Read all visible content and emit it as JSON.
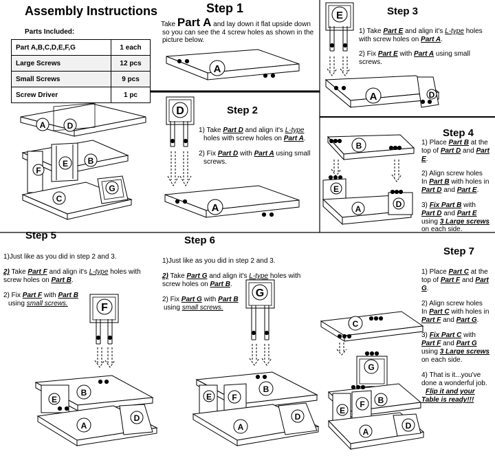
{
  "title": "Assembly Instructions",
  "parts_included_label": "Parts Included:",
  "parts_table": [
    {
      "item": "Part A,B,C,D,E,F,G",
      "qty": "1 each"
    },
    {
      "item": "Large Screws",
      "qty": "12 pcs"
    },
    {
      "item": "Small Screws",
      "qty": "9 pcs"
    },
    {
      "item": "Screw Driver",
      "qty": "1 pc"
    }
  ],
  "part_letters": {
    "a": "A",
    "b": "B",
    "c": "C",
    "d": "D",
    "e": "E",
    "f": "F",
    "g": "G"
  },
  "step1": {
    "title": "Step 1",
    "w_take": "Take",
    "w_part_a": "Part A",
    "line1_rest": "and lay down it flat upside down",
    "line2": "so you can see the 4 screw holes as shown in the",
    "line3": "picture below."
  },
  "step2": {
    "title": "Step 2",
    "i1_a": "1) Take",
    "i1_part": "Part D",
    "i1_b": "and align it's",
    "i1_ltype": "L-type",
    "i1_c": "holes with screw holes on",
    "i1_part2": "Part A",
    "i2_a": "2) Fix",
    "i2_part": "Part D",
    "i2_b": "with",
    "i2_part2": "Part A",
    "i2_c": "using small",
    "i2_d": "screws."
  },
  "step3": {
    "title": "Step 3",
    "i1_a": "1) Take",
    "i1_part": "Part E",
    "i1_b": "and align it's",
    "i1_ltype": "L-type",
    "i1_c": "holes",
    "i1_d": "with screw holes on",
    "i1_part2": "Part A",
    "i2_a": "2) Fix",
    "i2_part": "Part E",
    "i2_b": "with",
    "i2_part2": "Part A",
    "i2_c": "using small",
    "i2_d": "screws."
  },
  "step4": {
    "title": "Step 4",
    "i1_a": "1) Place",
    "i1_part": "Part B",
    "i1_b": "at the",
    "i1_c": "top of",
    "i1_part2": "Part D",
    "i1_d": "and",
    "i1_part3": "Part",
    "i1_e": "E",
    "i2_a": "2) Align screw holes",
    "i2_b": "In",
    "i2_part": "Part B",
    "i2_c": "with holes in",
    "i2_part2": "Part D",
    "i2_d": "and",
    "i2_part3": "Part E",
    "i3_a": "3)",
    "i3_fix": "Fix Part B",
    "i3_b": "with",
    "i3_part": "Part D",
    "i3_c": "and",
    "i3_part2": "Part E",
    "i3_d": "using",
    "i3_screws": "3 Large screws",
    "i3_e": "on each side."
  },
  "step5": {
    "title": "Step 5",
    "i1": "1)Just like as you did in step 2 and 3.",
    "i2_num": "2)",
    "i2_a": "Take",
    "i2_part": "Part F",
    "i2_b": "and align it's",
    "i2_ltype": "L-type",
    "i2_c": "holes with",
    "i2_d": "screw holes on",
    "i2_part2": "Part B",
    "i3_a": "2) Fix",
    "i3_part": "Part F",
    "i3_b": "with",
    "i3_part2": "Part B",
    "i3_c": "using",
    "i3_screws": "small screws."
  },
  "step6": {
    "title": "Step 6",
    "i1": "1)Just like as you did in step 2 and 3.",
    "i2_num": "2)",
    "i2_a": "Take",
    "i2_part": "Part G",
    "i2_b": "and align it's",
    "i2_ltype": "L-type",
    "i2_c": "holes with",
    "i2_d": "screw holes on",
    "i2_part2": "Part B",
    "i3_a": "2) Fix",
    "i3_part": "Part G",
    "i3_b": "with",
    "i3_part2": "Part B",
    "i3_c": "using",
    "i3_screws": "small screws."
  },
  "step7": {
    "title": "Step 7",
    "i1_a": "1) Place",
    "i1_part": "Part C",
    "i1_b": "at the",
    "i1_c": "top of",
    "i1_part2": "Part F",
    "i1_d": "and",
    "i1_part3": "Part",
    "i1_e": "G",
    "i2_a": "2) Align screw holes",
    "i2_b": "In",
    "i2_part": "Part C",
    "i2_c": "with holes in",
    "i2_part2": "Part F",
    "i2_d": "and",
    "i2_part3": "Part G",
    "i3_a": "3)",
    "i3_fix": "Fix Part C",
    "i3_b": "with",
    "i3_part": "Part F",
    "i3_c": "and",
    "i3_part2": "Part G",
    "i3_d": "using",
    "i3_screws": "3 Large screws",
    "i3_e": "on each side.",
    "i4_a": "4) That is it...you've",
    "i4_b": "done a wonderful job.",
    "i4_c": "Flip it and your",
    "i4_d": "Table is ready!!!"
  }
}
